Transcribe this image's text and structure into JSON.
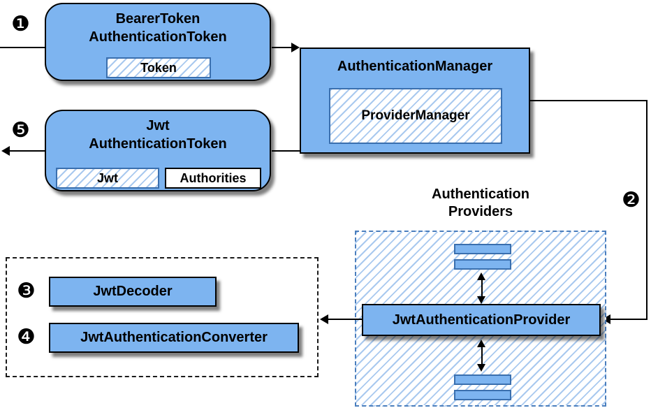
{
  "diagram": {
    "badges": {
      "b1": "❶",
      "b2": "❷",
      "b3": "❸",
      "b4": "❹",
      "b5": "❺"
    },
    "bearer_box": {
      "line1": "BearerToken",
      "line2": "AuthenticationToken",
      "token": "Token"
    },
    "manager_box": {
      "title": "AuthenticationManager",
      "inner": "ProviderManager"
    },
    "jwt_box": {
      "line1": "Jwt",
      "line2": "AuthenticationToken",
      "jwt": "Jwt",
      "authorities": "Authorities"
    },
    "providers": {
      "label1": "Authentication",
      "label2": "Providers",
      "provider": "JwtAuthenticationProvider"
    },
    "decoder_box": {
      "label": "JwtDecoder"
    },
    "converter_box": {
      "label": "JwtAuthenticationConverter"
    },
    "colors": {
      "box_fill": "#7db4f0",
      "hatch_line": "#a9c9ef",
      "inner_border": "#3a6fae",
      "dashed_blue": "#4a7ebd",
      "connector": "#000000"
    }
  }
}
